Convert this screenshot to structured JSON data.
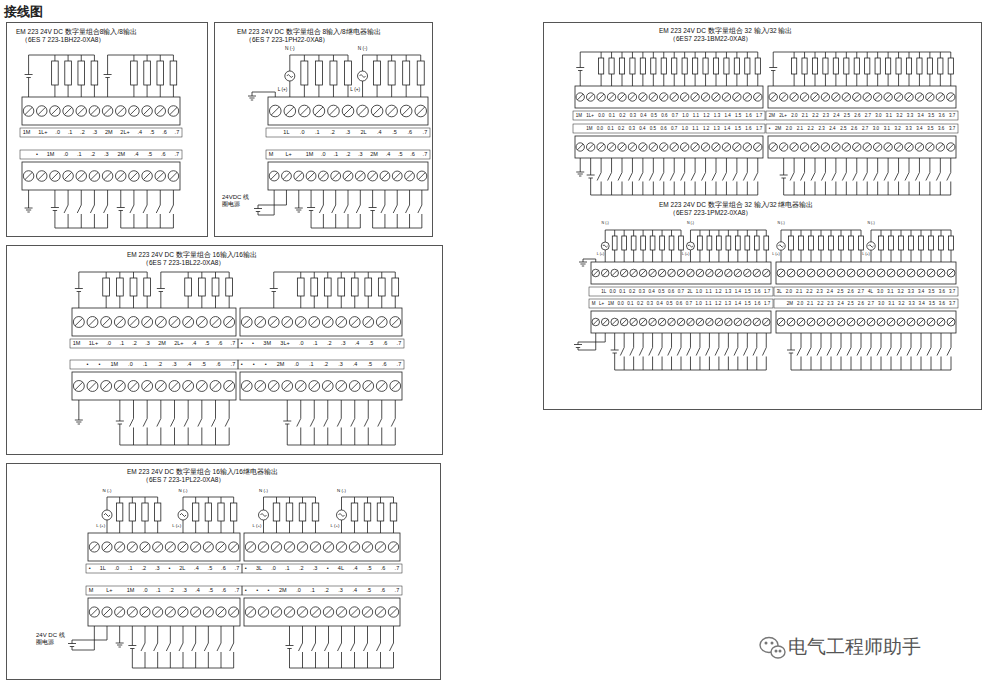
{
  "diagram": {
    "title": "接线图",
    "nodes": [
      {
        "text": [
          "EM 223 24V DC 数字量组合8输入/8输出",
          "（6ES 7 223-1BH22-0XA8）"
        ]
      },
      {
        "text": [
          "EM 223 24V DC 数字量组合 8输入/8继电器输出",
          "（6ES 7 223-1PH22-0XA8）"
        ]
      },
      {
        "text": [
          "EM 223 24V DC 数字量组合 32 输入/32 输出",
          "（6ES7 223-1BM22-0XA8）",
          "EM 223 24V DC 数字量组合 32 输入/32 继电器输出",
          "（6ES7 223-1PM22-0XA8）"
        ]
      },
      {
        "text": [
          "EM 223 24V DC 数字量组合 16输入/16输出",
          "（6ES 7 223-1BL22-0XA8）"
        ]
      },
      {
        "text": [
          "EM 223 24V DC 数字量组合 16输入/16继电器输出",
          "（6ES 7 223-1PL22-0XA8）"
        ]
      }
    ],
    "labels": [
      "1M 1L+ .0 .1 .2 .3 2M 2L+ .4 .5 .6 .7",
      "• 1M .0 .1 .2 .3 2M .4 .5 .6 .7",
      "N (-)",
      "L (+)",
      "N (-)",
      "L (+)",
      "1L .0 .1 .2 .3 2L .4 .5 .6 .7",
      "M L+",
      "1M .0 .1 .2 .3 2M .4 .5 .6 .7",
      "24VDC 线圈电源",
      "1M 1L+ 0.0 0.1 0.2 0.3 0.4 0.5 0.6 0.7 1.0 1.1 1.2 1.3 1.4 1.5 1.6 1.7",
      "2M 2L+ 2.0 2.1 2.2 2.3 2.4 2.5 2.6 2.7 3.0 3.1 3.2 3.3 3.4 3.5 3.6 3.7",
      "1M 0.0 0.1 0.2 0.3 0.4 0.5 0.6 0.7 1.0 1.1 1.2 1.3 1.4 1.5 1.6 1.7",
      "• 2M 2.0 2.1 2.2 2.3 2.4 2.5 2.6 2.7 3.0 3.1 3.2 3.3 3.4 3.5 3.6 3.7",
      "N (-)",
      "L (+)",
      "N (-)",
      "L (+)",
      "N (-)",
      "L (+)",
      "N (-)",
      "L (+)",
      "1L 0.0 0.1 0.2 0.3 0.4 0.5 0.6 0.7 2L 1.0 1.1 1.2 1.3 1.4 1.5 1.6 1.7",
      "3L 2.0 2.1 2.2 2.3 2.4 2.5 2.6 2.7 4L 3.0 3.1 3.2 3.3 3.4 3.5 3.6 3.7",
      "M L+ 1M 0.0 0.1 0.2 0.3 0.4 0.5 0.6 0.7 1.0 1.1 1.2 1.3 1.4 1.5 1.6 1.7",
      "2M 2.0 2.1 2.2 2.3 2.4 2.5 2.6 2.7 3.0 3.1 3.2 3.3 3.4 3.5 3.6 3.7",
      "1M 1L+ .0 .1 .2 .3 2M 2L+ .4 .5 .6 .7",
      "• • 3M 3L+ .0 .1 .2 .3 .4 .5 .6 .7",
      "• • 1M .0 .1 .2 .3 .4 .5 .6 .7",
      "• • • 2M .0 .1 .2 .3 .4 .5 .6 .7",
      "N (-)",
      "L (+)",
      "N (-)",
      "L (+)",
      "N (-)",
      "L (+)",
      "N (-)",
      "L (+)",
      "• 1L .0 .1 .2 .3 • 2L .4 .5 .6 .7",
      "• 3L .0 .1 .2 .3 • 4L .4 .5 .6 .7",
      "M L+",
      "1M .0 .1 .2 .3 .4 .5 .6 .7",
      "• • • 2M .0 .1 .2 .3 .4 .5 .6 .7",
      "24V DC 线圈电源",
      "电气工程师助手"
    ]
  }
}
